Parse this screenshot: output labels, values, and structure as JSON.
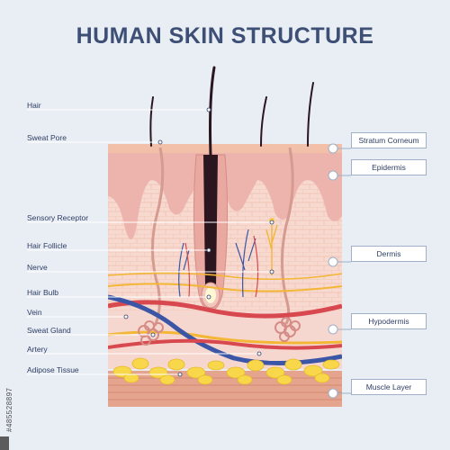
{
  "title": "HUMAN SKIN STRUCTURE",
  "left_labels": {
    "hair": "Hair",
    "sweat_pore": "Sweat Pore",
    "sensory_receptor": "Sensory Receptor",
    "hair_follicle": "Hair Follicle",
    "nerve": "Nerve",
    "hair_bulb": "Hair Bulb",
    "vein": "Vein",
    "sweat_gland": "Sweat Gland",
    "artery": "Artery",
    "adipose_tissue": "Adipose Tissue"
  },
  "right_labels": {
    "stratum_corneum": "Stratum Corneum",
    "epidermis": "Epidermis",
    "dermis": "Dermis",
    "hypodermis": "Hypodermis",
    "muscle_layer": "Muscle Layer"
  },
  "stock_id": "#485528897",
  "colors": {
    "background": "#e9eef5",
    "title": "#3e4f76",
    "epidermis": "#ecb4ad",
    "dermis": "#f5d3c9",
    "artery": "#d8484f",
    "vein": "#3b56a6",
    "nerve": "#f3b635",
    "fat": "#f8d84a",
    "muscle": "#e4a48d",
    "hair": "#2b1620"
  }
}
